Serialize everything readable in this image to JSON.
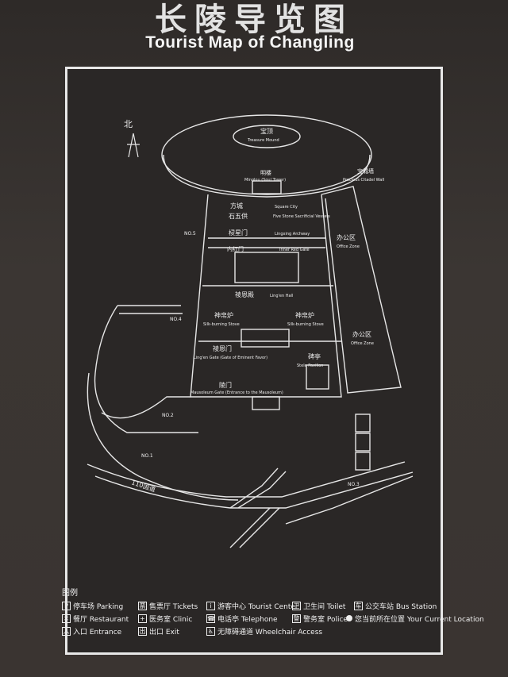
{
  "header": {
    "title_cn": "长陵导览图",
    "title_en": "Tourist Map of Changling"
  },
  "map": {
    "north": "北",
    "road": "110国道",
    "labels": {
      "treasure_mound": "宝顶",
      "treasure_mound_en": "Treasure Mound",
      "soul_tower": "明楼",
      "soul_tower_en": "Minglou (Soul Tower)",
      "precious_wall": "宝城墙",
      "precious_wall_en": "Precious Citadel Wall",
      "square_city": "方城",
      "square_city_en": "Square City",
      "five_stone": "石五供",
      "five_stone_en": "Five Stone Sacrificial Vessels",
      "archway": "棂星门",
      "archway_en": "Lingxing Archway",
      "red_gate": "内红门",
      "red_gate_en": "Inner Red Gate",
      "office1": "办公区",
      "office1_en": "Office Zone",
      "lingen_hall": "祾恩殿",
      "lingen_hall_en": "Ling'en Hall",
      "stove_left": "神帛炉",
      "stove_left_en": "Silk-burning Stove",
      "stove_right": "神帛炉",
      "stove_right_en": "Silk-burning Stove",
      "office2": "办公区",
      "office2_en": "Office Zone",
      "lingen_gate": "祾恩门",
      "lingen_gate_en": "Ling'en Gate (Gate of Eminent Favor)",
      "stele_pavilion": "碑亭",
      "stele_pavilion_en": "Stele Pavilion",
      "mausoleum_gate": "陵门",
      "mausoleum_gate_en": "Mausoleum Gate (Entrance to the Mausoleum)",
      "no1": "NO.1",
      "no2": "NO.2",
      "no3": "NO.3",
      "no4": "NO.4",
      "no5": "NO.5"
    }
  },
  "legend": {
    "title": "图例",
    "items": [
      {
        "icon": "P",
        "label": "停车场 Parking"
      },
      {
        "icon": "票",
        "label": "售票厅 Tickets"
      },
      {
        "icon": "i",
        "label": "游客中心 Tourist Center"
      },
      {
        "icon": "卫",
        "label": "卫生间 Toilet"
      },
      {
        "icon": "车",
        "label": "公交车站 Bus Station"
      },
      {
        "icon": "✕",
        "label": "餐厅 Restaurant"
      },
      {
        "icon": "+",
        "label": "医务室 Clinic"
      },
      {
        "icon": "☎",
        "label": "电话亭 Telephone"
      },
      {
        "icon": "警",
        "label": "警务室 Police"
      },
      {
        "icon": "●",
        "label": "您当前所在位置 Your Current Location"
      },
      {
        "icon": "入",
        "label": "入口 Entrance"
      },
      {
        "icon": "出",
        "label": "出口 Exit"
      },
      {
        "icon": "♿",
        "label": "无障碍通道 Wheelchair Access"
      }
    ]
  }
}
